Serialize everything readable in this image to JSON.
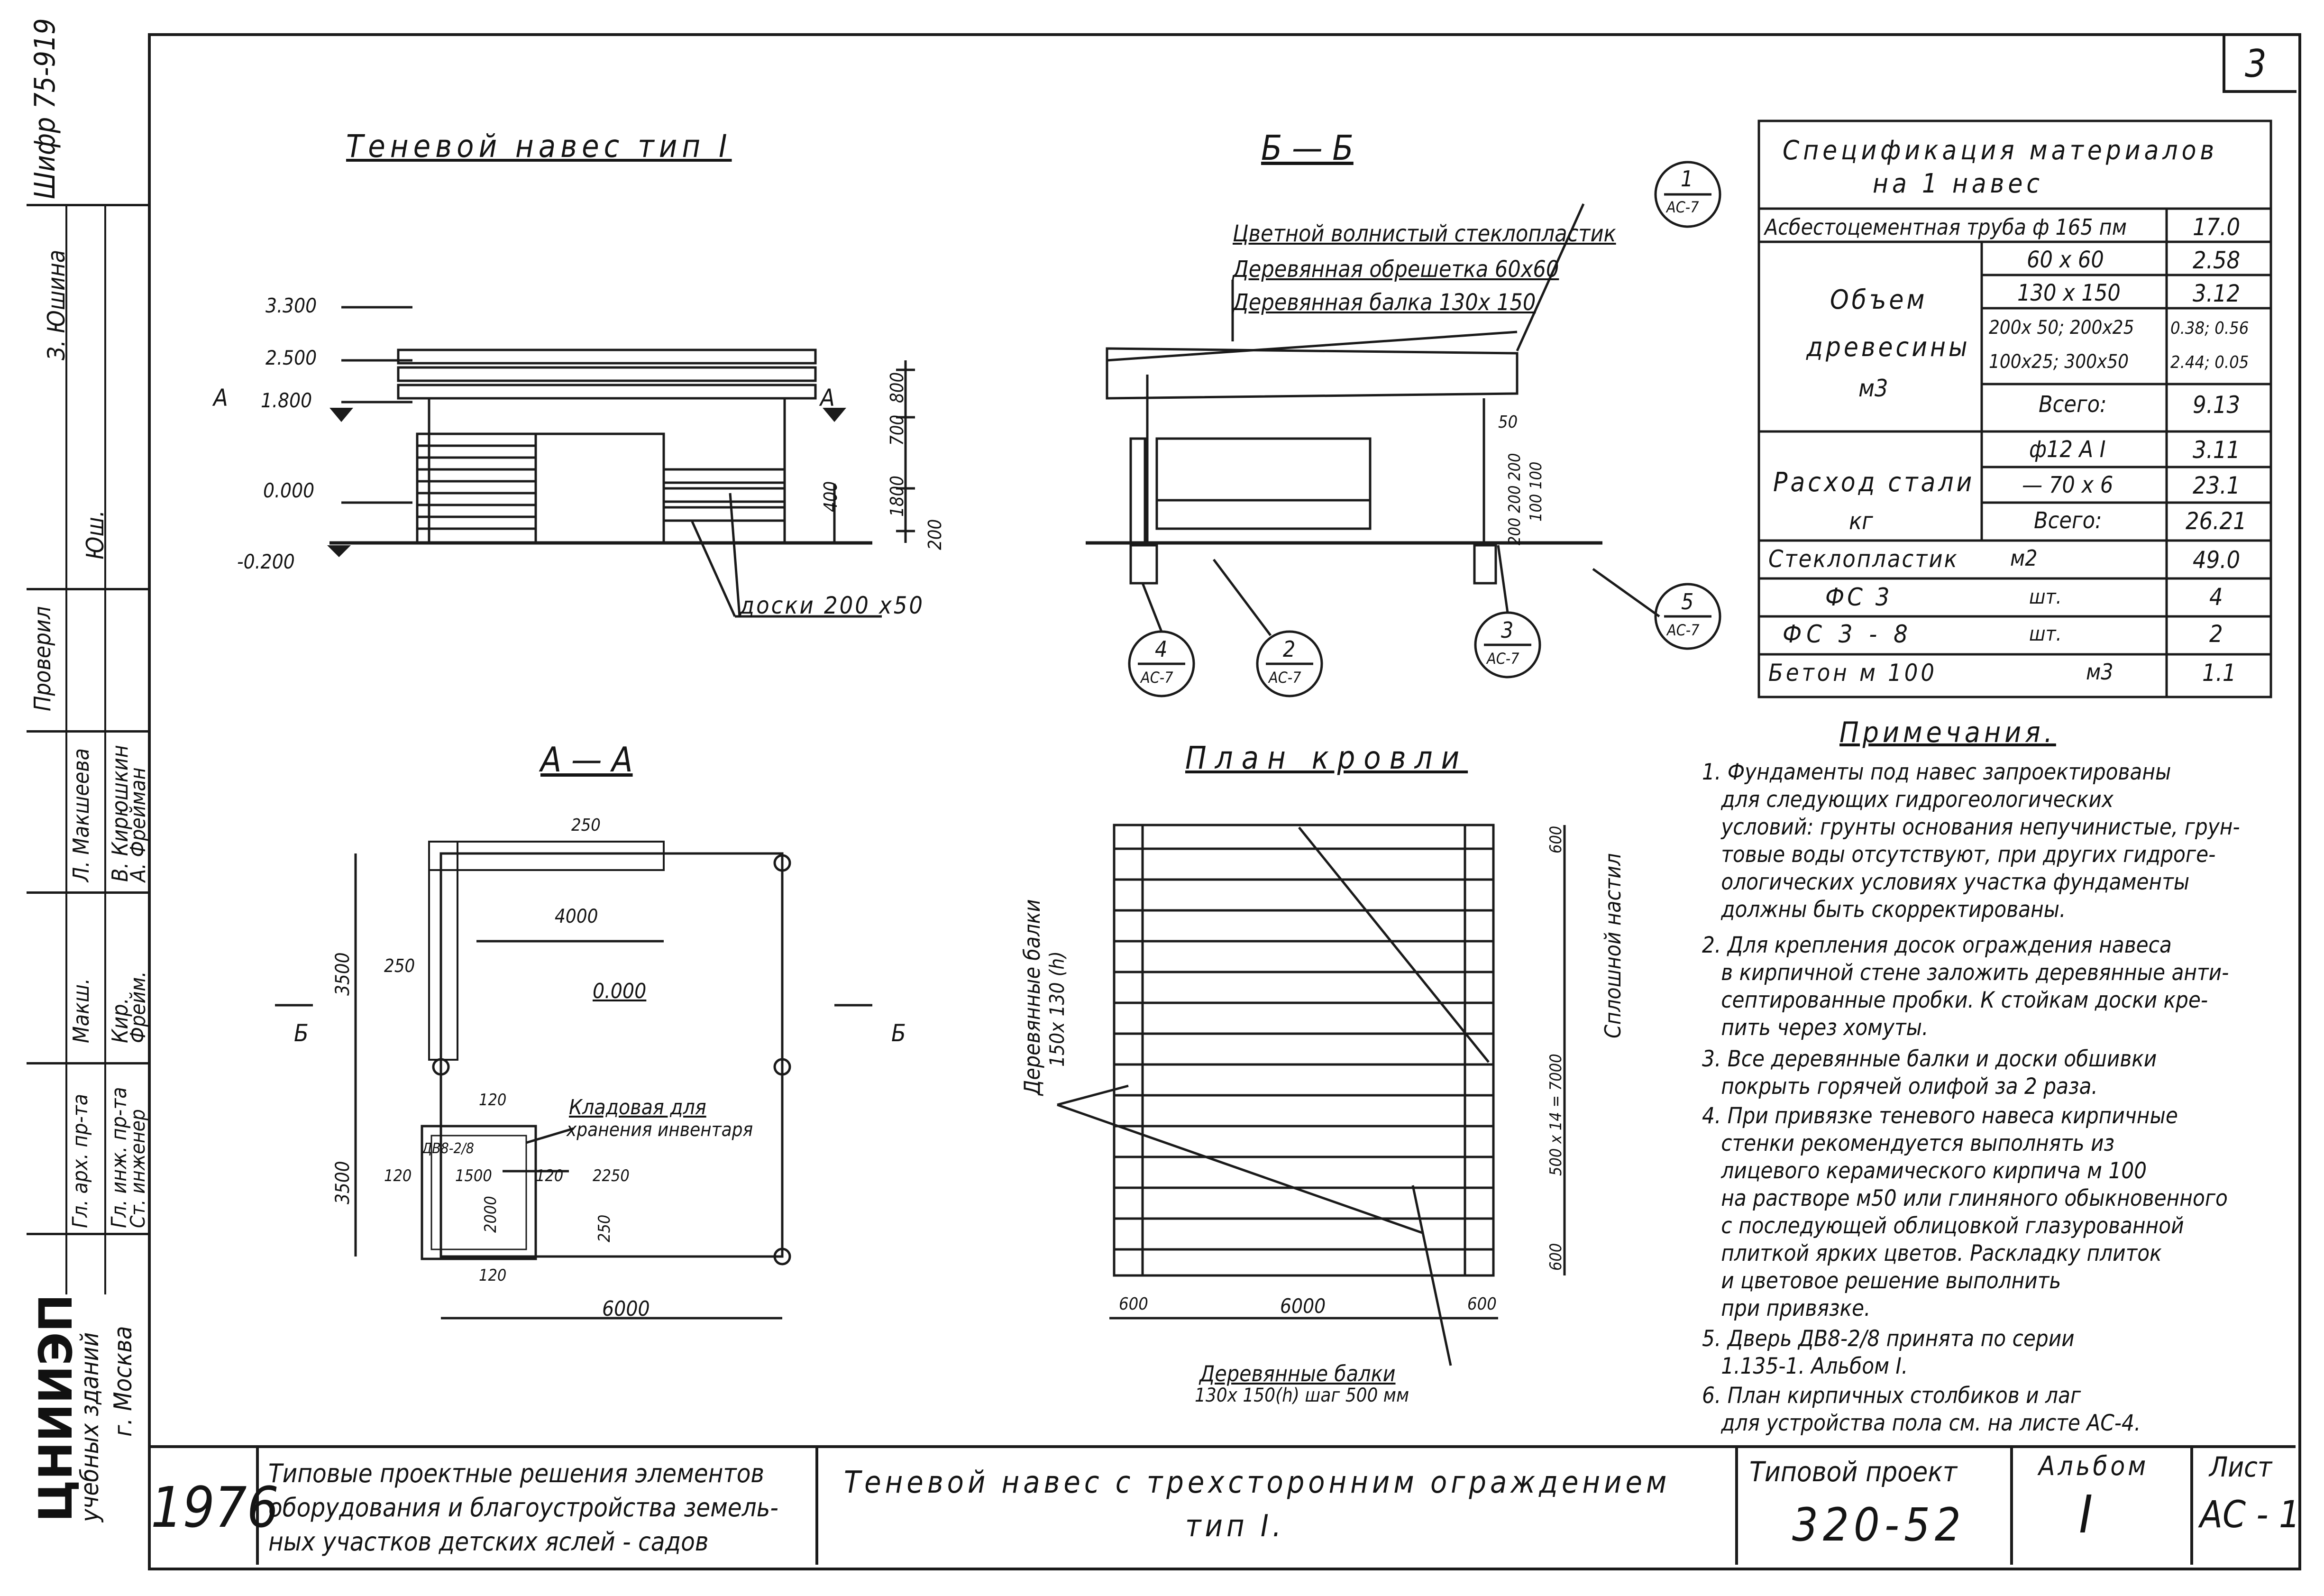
{
  "sheet": {
    "number": "3",
    "code": "Шифр 75-919",
    "year": "1976",
    "series_title_line1": "Типовые проектные решения элементов",
    "series_title_line2": "оборудования и благоустройства земель-",
    "series_title_line3": "ных участков детских яслей - садов",
    "drawing_title_line1": "Теневой навес с трехсторонним ограждением",
    "drawing_title_line2": "тип I.",
    "project_label": "Типовой проект",
    "project_number": "320-52",
    "album_label": "Альбом",
    "album_number": "I",
    "sheet_label": "Лист",
    "sheet_code": "АС - 1"
  },
  "left_stamp": {
    "org_line1": "ЦНИИЭП",
    "org_line2": "учебных зданий",
    "org_line3": "г. Москва",
    "roles": [
      "Гл. арх. пр-та",
      "Гл. инж. пр-та",
      "Ст. инженер"
    ],
    "names": [
      "Л. Макшеева",
      "В. Кирюшкин",
      "А. Фрейман"
    ],
    "checked_label": "Проверил",
    "checked_name": "З. Юшина",
    "signatures": [
      "Макш.",
      "Кир.",
      "Фрейм.",
      "Юш."
    ]
  },
  "views": {
    "facade_title": "Теневой навес тип I",
    "section_bb_title": "Б — Б",
    "section_aa_title": "А — А",
    "roof_plan_title": "План кровли"
  },
  "facade": {
    "levels": [
      "3.300",
      "2.500",
      "1.800",
      "0.000",
      "-0.200"
    ],
    "dims": [
      "800",
      "700",
      "1800",
      "200",
      "400"
    ],
    "cut_marks": [
      "А",
      "А"
    ],
    "board_label": "доски 200 x50"
  },
  "section_bb": {
    "labels": [
      "Цветной волнистый стеклопластик",
      "Деревянная обрешетка 60x60",
      "Деревянная балка 130x 150"
    ],
    "dims": [
      "50",
      "200 200 200",
      "100 100"
    ],
    "callouts": [
      {
        "num": "1",
        "ref": "АС-7"
      },
      {
        "num": "2",
        "ref": "АС-7"
      },
      {
        "num": "3",
        "ref": "АС-7"
      },
      {
        "num": "4",
        "ref": "АС-7"
      },
      {
        "num": "5",
        "ref": "АС-7"
      }
    ]
  },
  "plan_aa": {
    "dims": [
      "250",
      "4000",
      "3500",
      "3500",
      "250",
      "120",
      "120",
      "1500",
      "120",
      "2250",
      "2000",
      "250",
      "120",
      "6000"
    ],
    "level": "0.000",
    "door": "ДВ8-2/8",
    "storage_line1": "Кладовая для",
    "storage_line2": "хранения инвентаря",
    "cut_marks": [
      "Б",
      "Б"
    ]
  },
  "roof_plan": {
    "beams_label_line1": "Деревянные балки",
    "beams_label_line2": "150x 130 (h)",
    "solid_deck": "Сплошной настил",
    "dims": [
      "600",
      "500 x 14 = 7000",
      "600",
      "600",
      "6000",
      "600"
    ],
    "bottom_label_line1": "Деревянные балки",
    "bottom_label_line2": "130x 150(h) шаг 500 мм"
  },
  "spec": {
    "title_line1": "Спецификация материалов",
    "title_line2": "на 1 навес",
    "rows": [
      {
        "name": "Асбестоцементная труба ф 165 пм",
        "sub": "",
        "value": "17.0"
      },
      {
        "name": "Объем древесины м3",
        "sub": "60 x 60",
        "value": "2.58"
      },
      {
        "name": "",
        "sub": "130 x 150",
        "value": "3.12"
      },
      {
        "name": "",
        "sub": "200x 50; 200x25",
        "value": "0.38; 0.56"
      },
      {
        "name": "",
        "sub": "100x25; 300x50",
        "value": "2.44; 0.05"
      },
      {
        "name": "",
        "sub": "Всего:",
        "value": "9.13"
      },
      {
        "name": "Расход стали кг",
        "sub": "ф12 А I",
        "value": "3.11"
      },
      {
        "name": "",
        "sub": "— 70 x 6",
        "value": "23.1"
      },
      {
        "name": "",
        "sub": "Всего:",
        "value": "26.21"
      },
      {
        "name": "Стеклопластик",
        "sub": "м2",
        "value": "49.0"
      },
      {
        "name": "ФС 3",
        "sub": "шт.",
        "value": "4"
      },
      {
        "name": "ФС 3 - 8",
        "sub": "шт.",
        "value": "2"
      },
      {
        "name": "Бетон м 100",
        "sub": "м3",
        "value": "1.1"
      }
    ],
    "wood_group_line1": "Объем",
    "wood_group_line2": "древесины",
    "wood_group_line3": "м3",
    "steel_group_line1": "Расход стали",
    "steel_group_line2": "кг"
  },
  "notes": {
    "title": "Примечания.",
    "items": [
      "1. Фундаменты под навес запроектированы\n   для следующих гидрогеологических\n   условий: грунты основания непучинистые, грун-\n   товые воды отсутствуют, при других гидроге-\n   ологических условиях участка фундаменты\n   должны быть скорректированы.",
      "2. Для крепления досок ограждения навеса\n   в кирпичной стене заложить деревянные анти-\n   септированные пробки. К стойкам доски кре-\n   пить через хомуты.",
      "3. Все деревянные балки и доски обшивки\n   покрыть горячей олифой за 2 раза.",
      "4. При привязке теневого навеса кирпичные\n   стенки рекомендуется выполнять из\n   лицевого керамического кирпича м 100\n   на растворе м50 или глиняного обыкновенного\n   с последующей облицовкой глазурованной\n   плиткой ярких цветов. Раскладку плиток\n   и цветовое решение выполнить\n   при привязке.",
      "5. Дверь ДВ8-2/8 принята по серии\n   1.135-1. Альбом I.",
      "6. План кирпичных столбиков и лаг\n   для устройства пола см. на листе АС-4."
    ]
  }
}
